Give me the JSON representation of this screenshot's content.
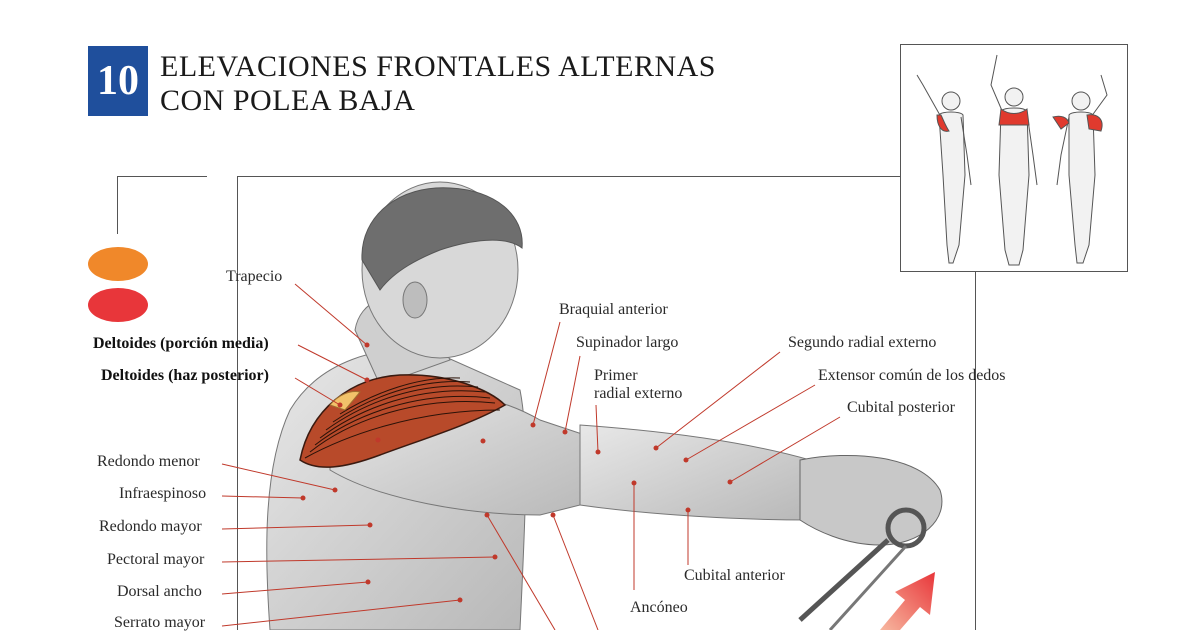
{
  "exercise": {
    "number": "10",
    "title_line1": "ELEVACIONES FRONTALES ALTERNAS",
    "title_line2": "CON POLEA BAJA"
  },
  "colors": {
    "badge": "#1f4f9c",
    "legend_primary": "#f0882a",
    "legend_secondary": "#e8363a",
    "leader_line": "#c0392b"
  },
  "legend": [
    {
      "name": "orange-oval",
      "color": "#f0882a"
    },
    {
      "name": "red-oval",
      "color": "#e8363a"
    }
  ],
  "labels": {
    "trapecio": "Trapecio",
    "deltoides_media": "Deltoides (porción media)",
    "deltoides_posterior": "Deltoides (haz posterior)",
    "redondo_menor": "Redondo menor",
    "infraespinoso": "Infraespinoso",
    "redondo_mayor": "Redondo mayor",
    "pectoral_mayor": "Pectoral mayor",
    "dorsal_ancho": "Dorsal ancho",
    "serrato_mayor": "Serrato mayor",
    "braquial_anterior": "Braquial anterior",
    "supinador_largo": "Supinador largo",
    "primer_radial_1": "Primer",
    "primer_radial_2": "radial externo",
    "segundo_radial": "Segundo radial externo",
    "extensor_comun": "Extensor común de los dedos",
    "cubital_posterior": "Cubital posterior",
    "cubital_anterior": "Cubital anterior",
    "anconeo": "Ancóneo"
  }
}
